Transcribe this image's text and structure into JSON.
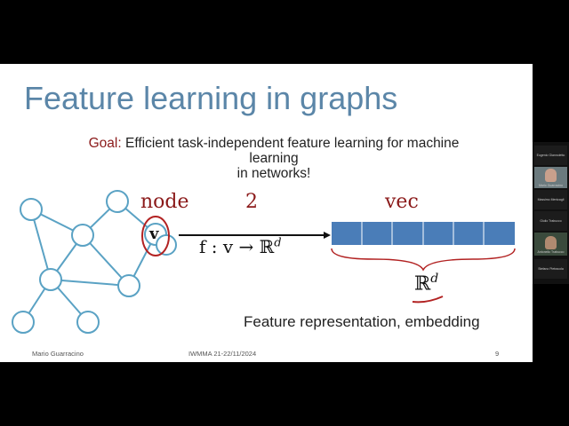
{
  "slide": {
    "title": "Feature learning in graphs",
    "goal_label": "Goal:",
    "goal_text_line1": " Efficient task-independent feature learning for machine",
    "goal_text_line2": "learning",
    "goal_text_line3": "in networks!",
    "node_label": "node",
    "arrow_number": "2",
    "vec_label": "vec",
    "node_symbol": "v",
    "formula": "f : v → ℝ",
    "formula_exp": "d",
    "rd_base": "ℝ",
    "rd_exp": "d",
    "caption": "Feature representation, embedding",
    "footer_author": "Mario Guarracino",
    "footer_event": "IWMMA 21-22/11/2024",
    "footer_page": "9"
  },
  "participants": [
    {
      "name": "Eugenio Giannoletto",
      "video": false
    },
    {
      "name": "Mario Guarracino",
      "video": true
    },
    {
      "name": "Massimo Menicagli",
      "video": false
    },
    {
      "name": "Giulio Trabucco",
      "video": false
    },
    {
      "name": "Antonello Trabucco",
      "video": true
    },
    {
      "name": "Stefano Pietracola",
      "video": false
    }
  ],
  "colors": {
    "title": "#5b86a8",
    "node_stroke": "#5aa2c4",
    "vector_fill": "#4a7db8",
    "accent_red": "#8b1a1a"
  }
}
